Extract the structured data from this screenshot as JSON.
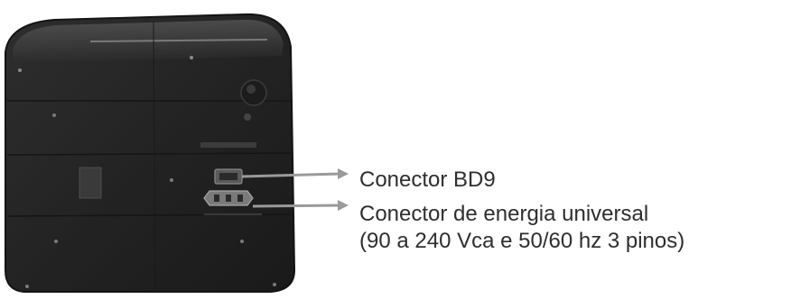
{
  "labels": {
    "bd9": "Conector BD9",
    "power": "Conector de energia universal",
    "power_spec": "(90 a 240 Vca e 50/60 hz 3 pinos)"
  },
  "colors": {
    "panel": "#252525",
    "panel_edge": "#161616",
    "arrow": "#9a9a9a",
    "text": "#2e2e2e"
  }
}
